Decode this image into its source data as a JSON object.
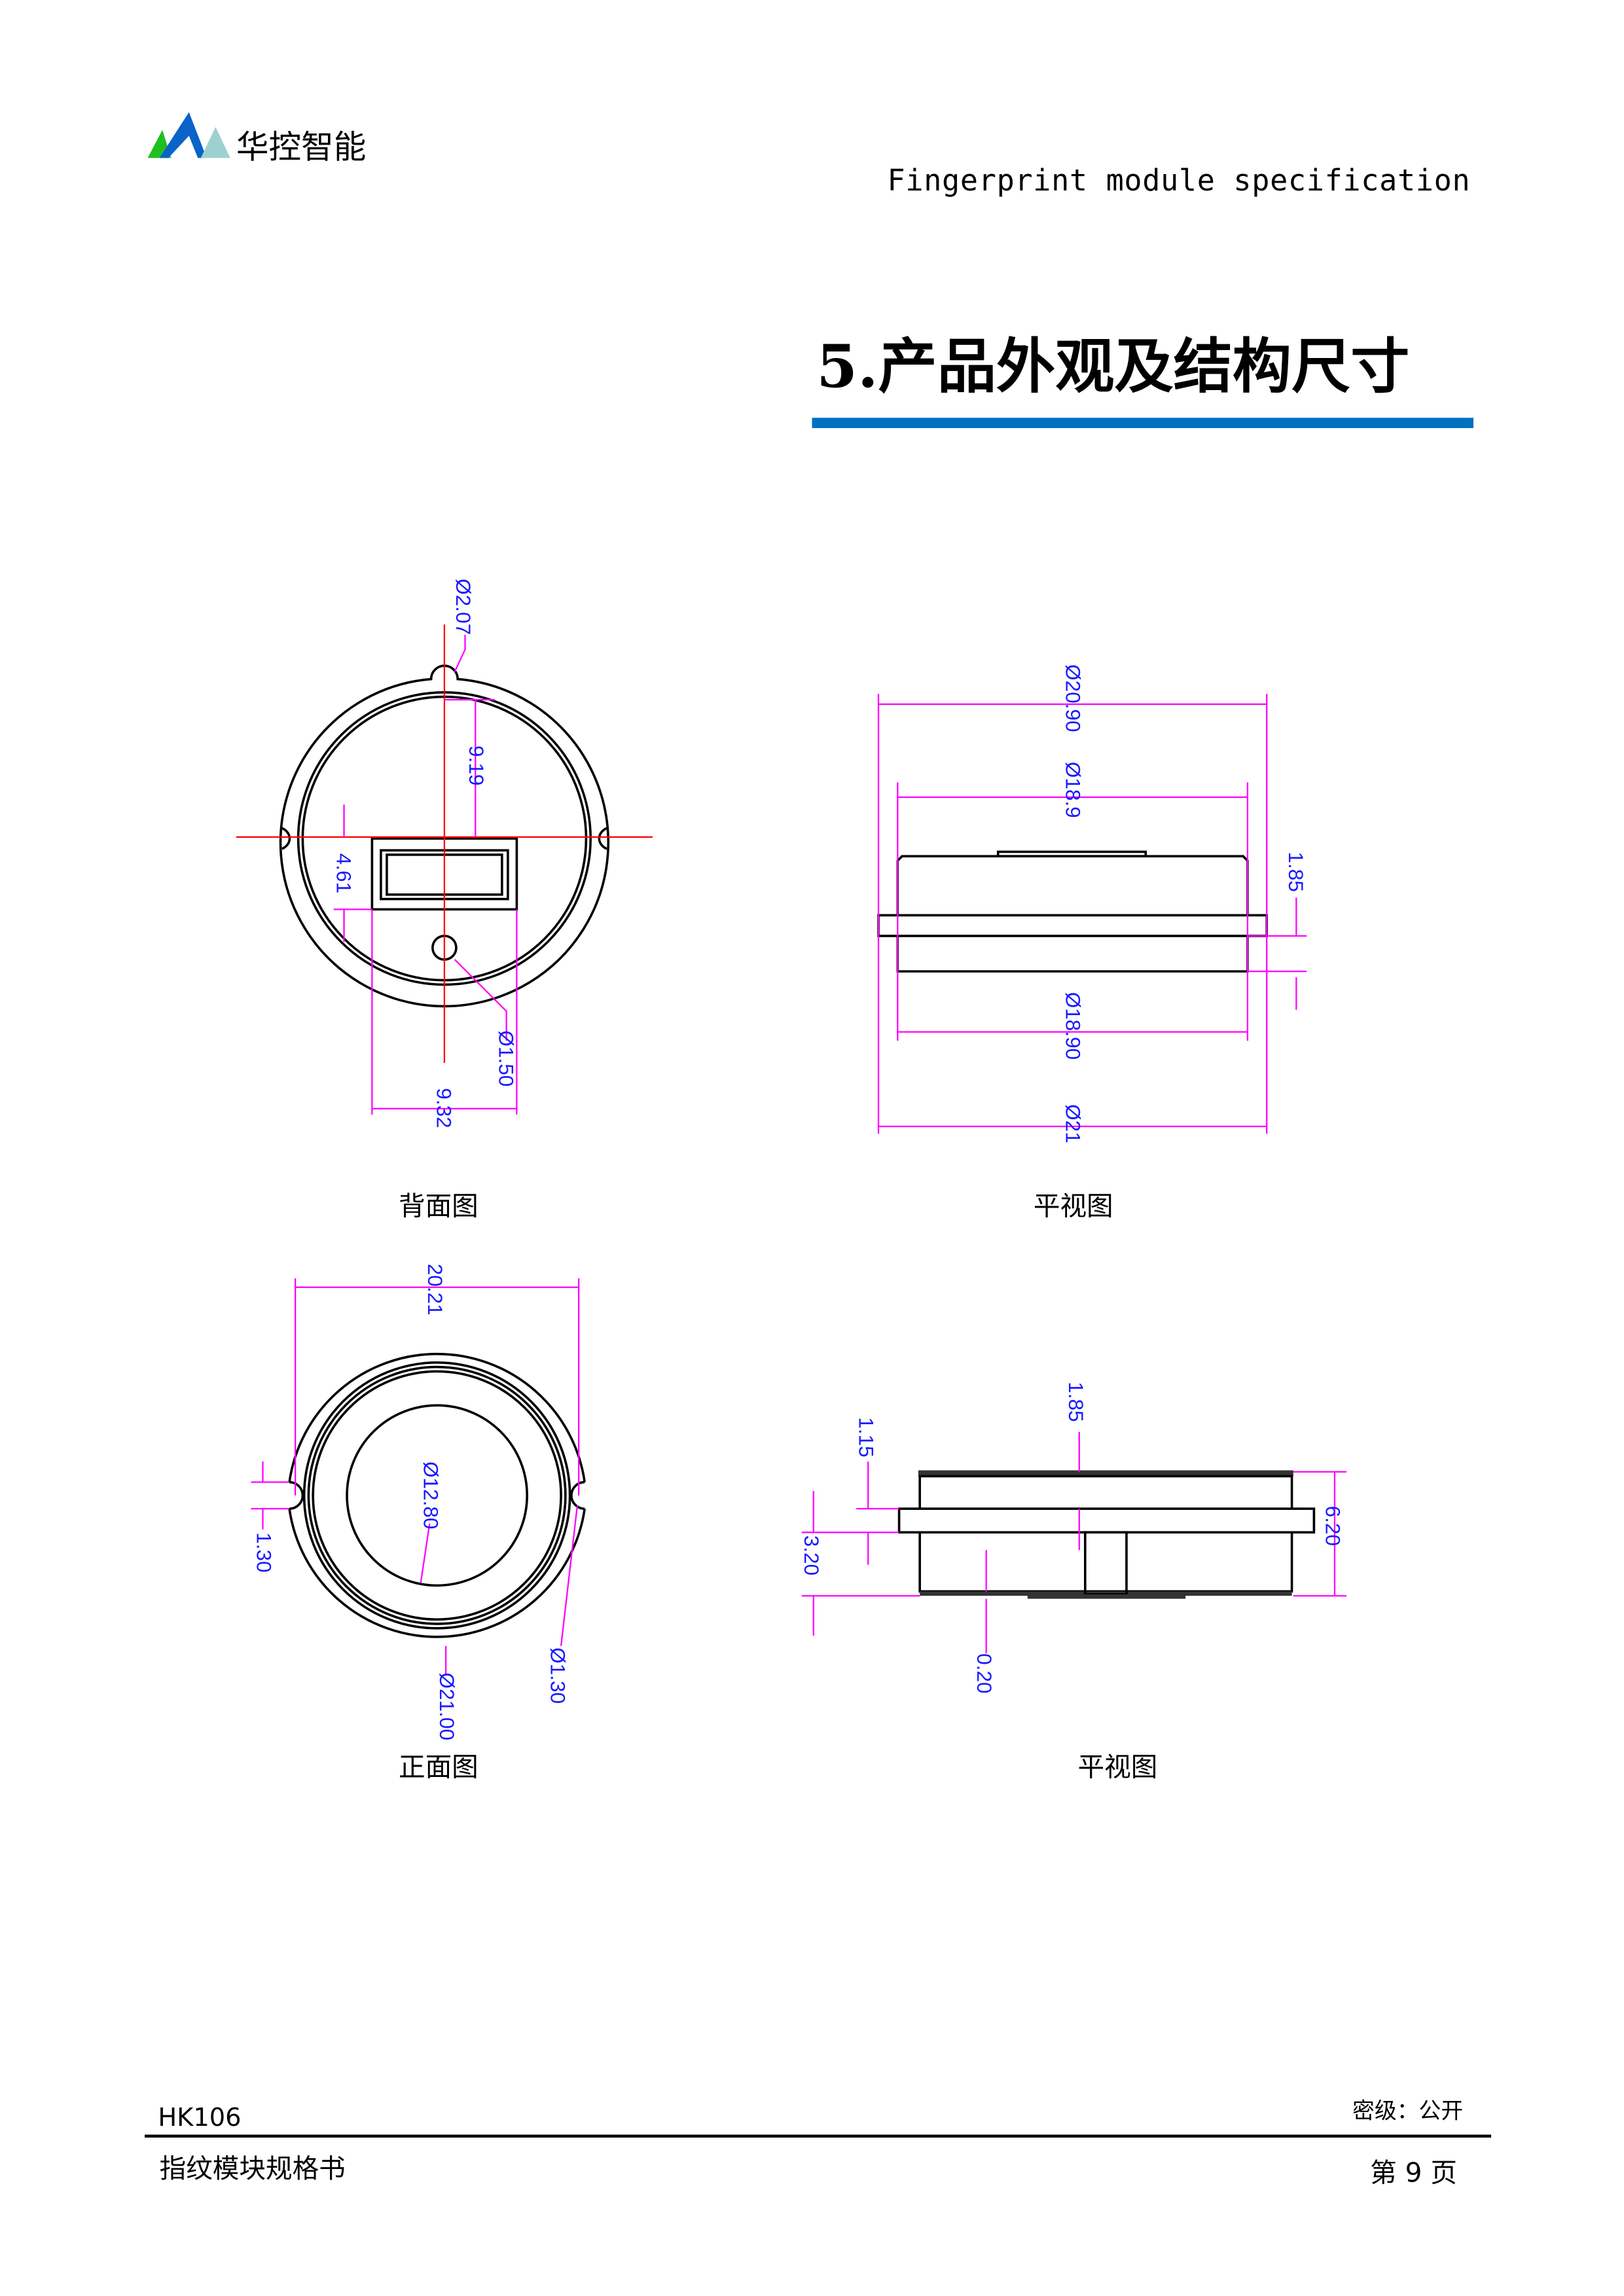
{
  "header": {
    "logo_text": "华控智能",
    "logo_colors": [
      "#1fbf1f",
      "#0a63c9",
      "#9fd0d0"
    ],
    "doc_title": "Fingerprint module specification"
  },
  "section": {
    "title": "5.产品外观及结构尺寸",
    "accent_color": "#0070C0"
  },
  "drawings": {
    "back_view": {
      "caption": "背面图",
      "dims": {
        "notch_dia": "Ø2.07",
        "center_to_window": "9.19",
        "window_height": "4.61",
        "hole_dia": "Ø1.50",
        "window_width": "9.32"
      }
    },
    "side_view_1": {
      "caption": "平视图",
      "dims": {
        "top_dia": "Ø20.90",
        "upper_dia": "Ø18.9",
        "lower_dia": "Ø18.90",
        "flange_dia": "Ø21",
        "lower_height": "1.85"
      }
    },
    "front_view": {
      "caption": "正面图",
      "dims": {
        "width": "20.21",
        "notch_width": "1.30",
        "sensor_dia": "Ø12.80",
        "outer_dia": "Ø21.00",
        "notch_dia": "Ø1.30"
      }
    },
    "side_view_2": {
      "caption": "平视图",
      "dims": {
        "upper_height": "1.85",
        "flange_thickness": "1.15",
        "lower_height": "3.20",
        "total_height": "6.20",
        "bottom_step": "0.20"
      }
    }
  },
  "footer": {
    "model": "HK106",
    "classification": "密级：公开",
    "doc_name": "指纹模块规格书",
    "page": "第 9 页"
  }
}
